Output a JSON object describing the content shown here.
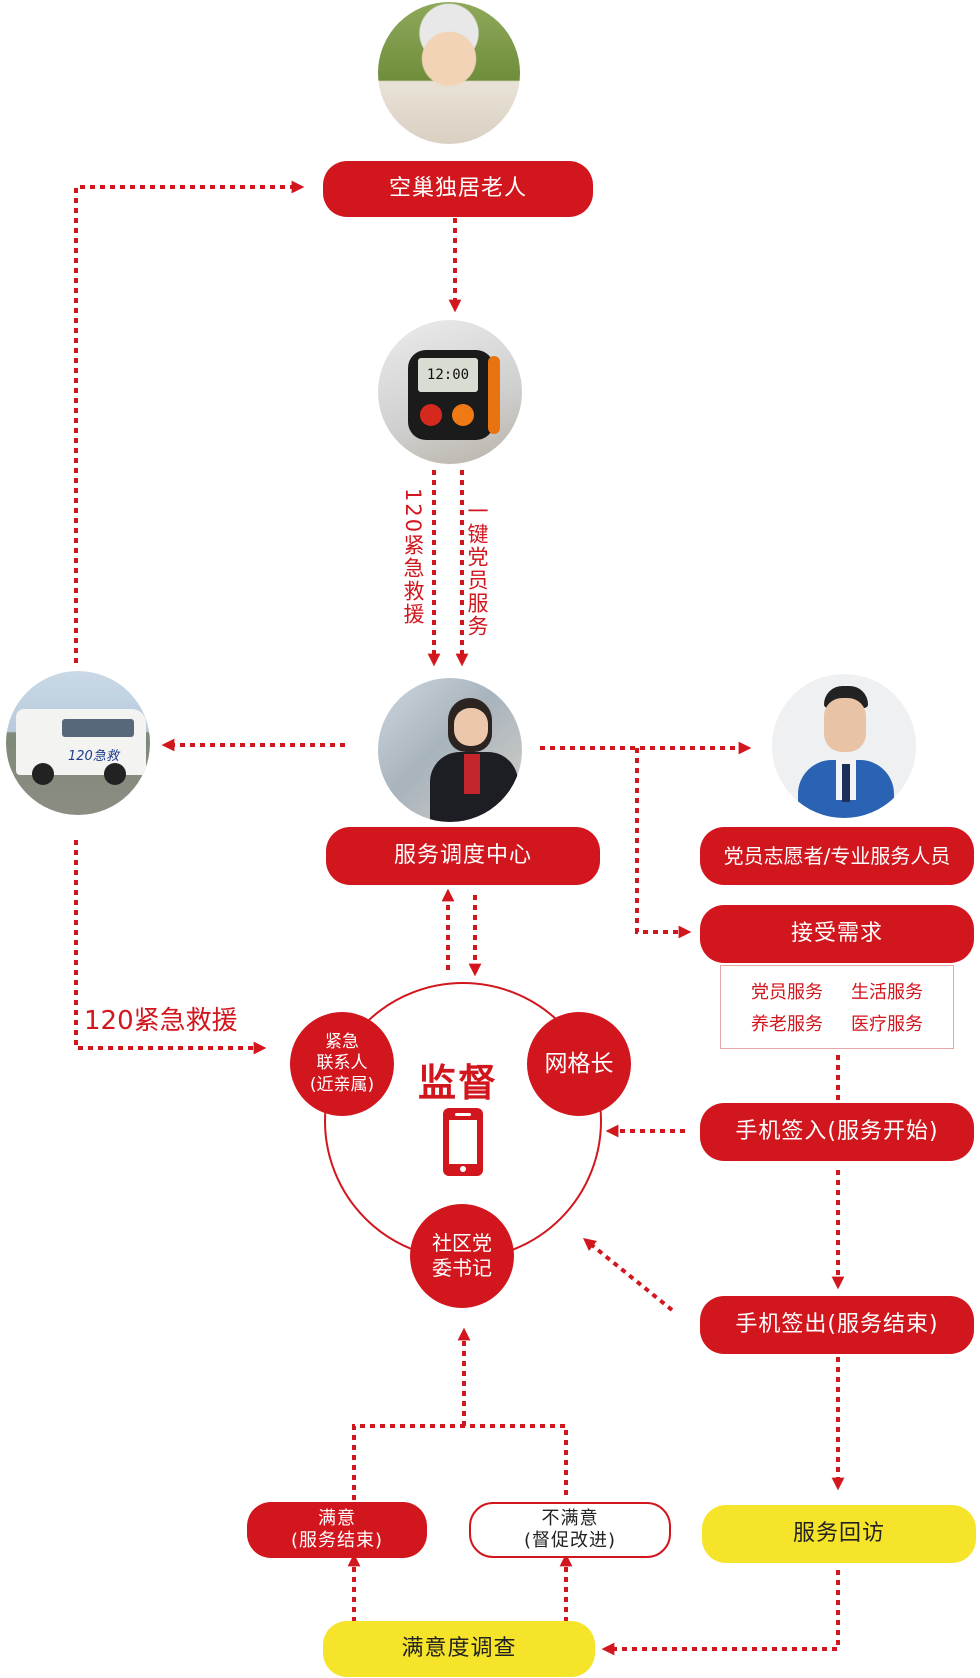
{
  "nodes": {
    "elderly": "空巢独居老人",
    "dispatch": "服务调度中心",
    "volunteers": "党员志愿者/专业服务人员",
    "accept": "接受需求",
    "checkin": "手机签入(服务开始)",
    "checkout": "手机签出(服务结束)",
    "revisit": "服务回访",
    "survey": "满意度调查",
    "satisfied_line1": "满意",
    "satisfied_line2": "(服务结束)",
    "unsatisfied_line1": "不满意",
    "unsatisfied_line2": "(督促改进)"
  },
  "edge_labels": {
    "sos": "120紧急救援",
    "party_service": "一键党员服务",
    "ambulance_to_contact": "120紧急救援"
  },
  "services": [
    "党员服务",
    "生活服务",
    "养老服务",
    "医疗服务"
  ],
  "supervision": {
    "title": "监督",
    "contact_line1": "紧急",
    "contact_line2": "联系人",
    "contact_line3": "(近亲属)",
    "grid": "网格长",
    "secretary_line1": "社区党",
    "secretary_line2": "委书记"
  },
  "pictures": {
    "elderly_photo": "elderly-man-photo",
    "watch_photo": "sos-watch-photo",
    "ambulance_photo": "ambulance-photo",
    "operator_photo": "call-center-operator-photo",
    "volunteer_photo": "volunteer-man-photo",
    "watch_screen_time": "12:00",
    "ambulance_text": "120急救"
  },
  "colors": {
    "red": "#d2161e",
    "yellow": "#f6e42a"
  }
}
